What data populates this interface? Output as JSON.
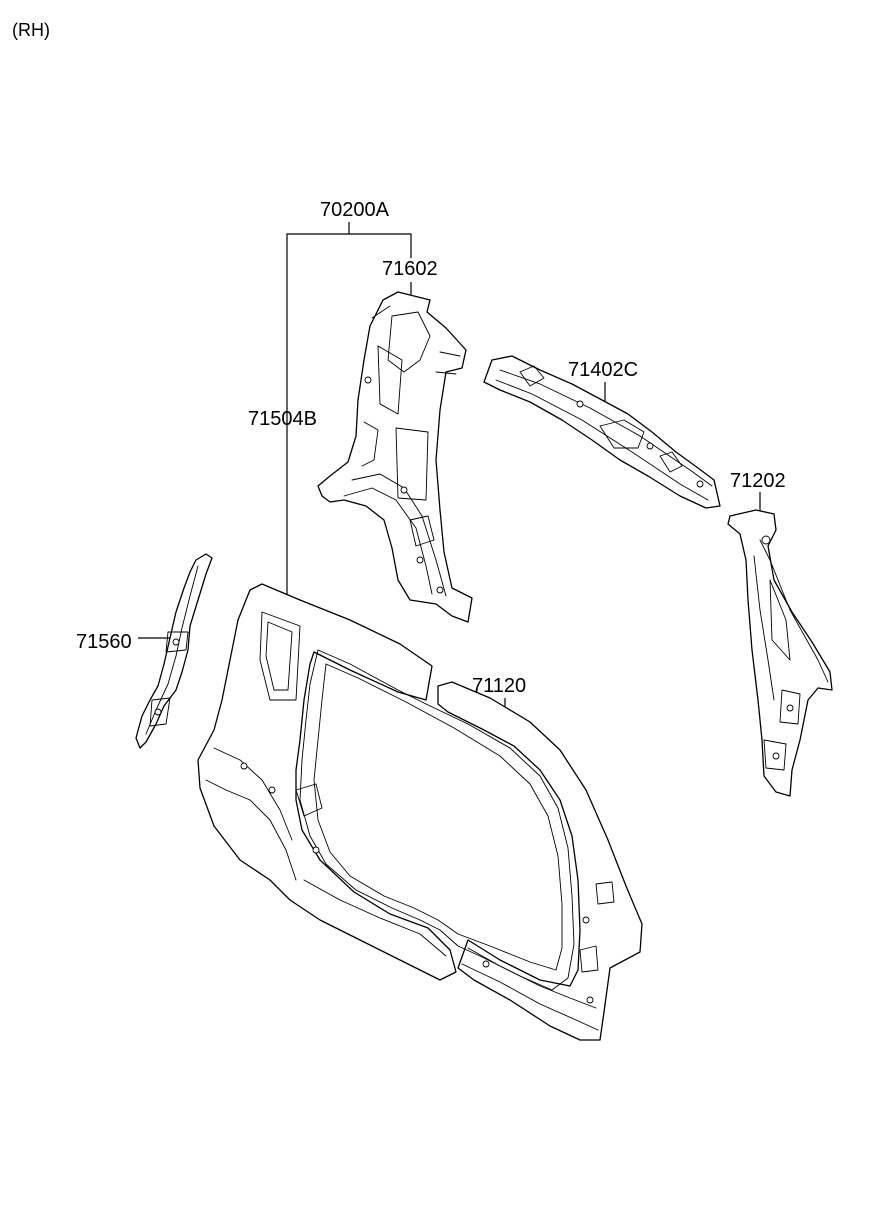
{
  "side_label": "(RH)",
  "callouts": {
    "assembly": "70200A",
    "pillar_inner_rear": "71602",
    "outer_panel_sub": "71504B",
    "roof_rail": "71402C",
    "pillar_front": "71202",
    "pillar_center": "71560",
    "side_outer_panel": "71120"
  }
}
